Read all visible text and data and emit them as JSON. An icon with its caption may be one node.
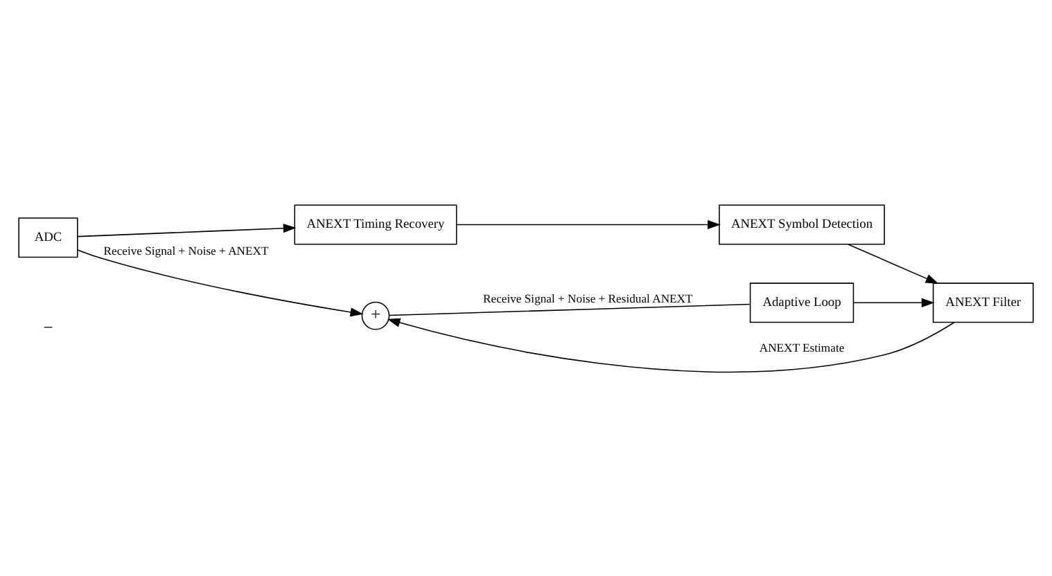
{
  "diagram": {
    "nodes": [
      {
        "text": [
          "ADC"
        ]
      },
      {
        "text": [
          "+"
        ]
      },
      {
        "text": [
          "ANEXT Filter"
        ]
      },
      {
        "text": [
          "Adaptive Loop"
        ]
      },
      {
        "text": [
          "ANEXT Timing Recovery"
        ]
      },
      {
        "text": [
          "ANEXT Symbol Detection"
        ]
      }
    ],
    "edges": [
      {
        "from": 0,
        "to": 1,
        "arrow": "to",
        "label": "Receive Signal + Noise + ANEXT"
      },
      {
        "from": 0,
        "to": 4,
        "arrow": "to"
      },
      {
        "from": 4,
        "to": 5,
        "arrow": "to"
      },
      {
        "from": 5,
        "to": 2,
        "arrow": "to"
      },
      {
        "from": 2,
        "to": 1,
        "arrow": "to",
        "label": "ANEXT Estimate"
      },
      {
        "from": 1,
        "to": 3,
        "arrow": "none",
        "label": "Receive Signal + Noise + Residual ANEXT"
      },
      {
        "from": 3,
        "to": 2,
        "arrow": "to"
      }
    ],
    "labels": [
      "−"
    ]
  }
}
